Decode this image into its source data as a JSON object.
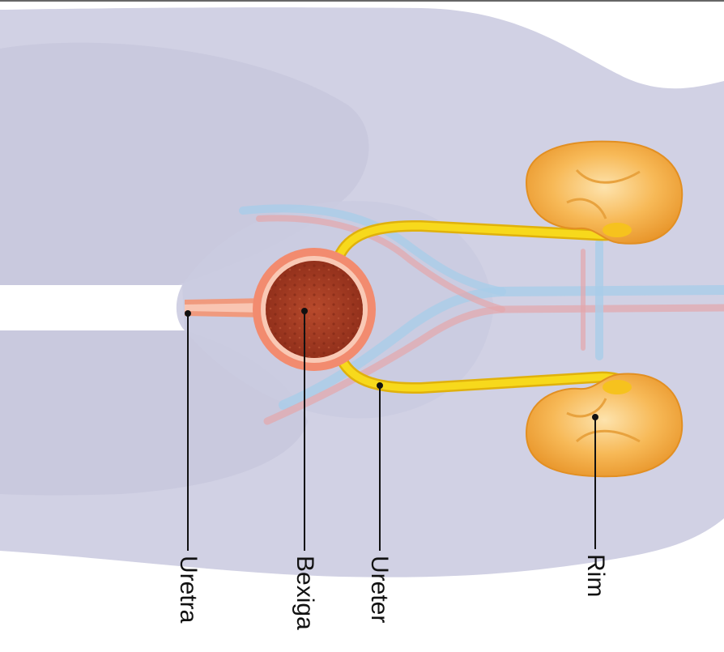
{
  "labels": {
    "uretra": "Uretra",
    "bexiga": "Bexiga",
    "ureter": "Ureter",
    "rim": "Rim"
  },
  "colors": {
    "body": "#cfcfe3",
    "body_shadow": "#bfc0d8",
    "kidney": "#f2a93c",
    "kidney_light": "#fbd28a",
    "ureter": "#f5d21a",
    "bladder_outer": "#f28c70",
    "bladder_inner": "#a83a22",
    "urethra": "#f7b39a",
    "vein": "#9ec8e6",
    "artery": "#e5a3a8",
    "leader_line": "#111111"
  }
}
